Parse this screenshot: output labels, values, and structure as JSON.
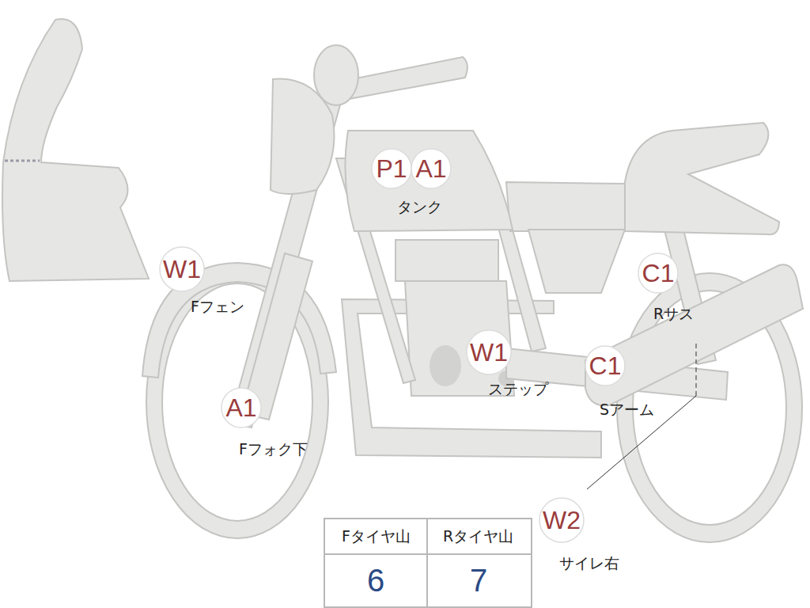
{
  "diagram": {
    "nodes": [
      {
        "text": [
          "P1"
        ]
      },
      {
        "text": [
          "A1"
        ]
      },
      {
        "text": [
          "W1"
        ]
      },
      {
        "text": [
          "C1"
        ]
      },
      {
        "text": [
          "W1"
        ]
      },
      {
        "text": [
          "C1"
        ]
      },
      {
        "text": [
          "A1"
        ]
      },
      {
        "text": [
          "W2"
        ]
      }
    ],
    "labels": [
      "タンク",
      "Fフェン",
      "Rサス",
      "ステップ",
      "Sアーム",
      "Fフォク下",
      "サイレ右",
      "Fタイヤ山",
      "Rタイヤ山",
      "6",
      "7"
    ]
  }
}
